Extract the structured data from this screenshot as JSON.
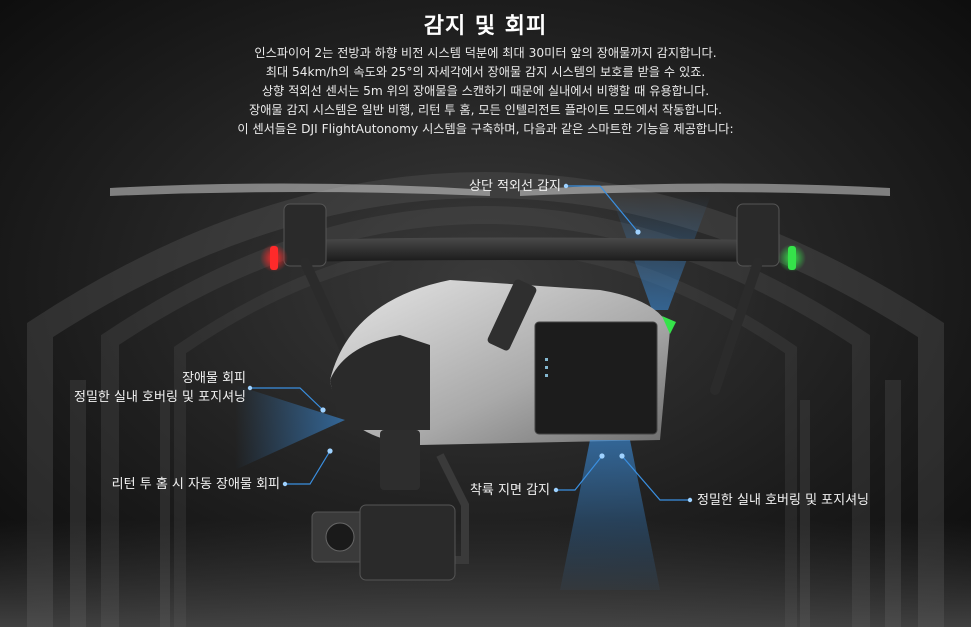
{
  "header": {
    "title": "감지 및 회피",
    "description_lines": [
      "인스파이어 2는 전방과 하향 비전 시스템 덕분에 최대 30미터 앞의 장애물까지 감지합니다.",
      "최대 54km/h의 속도와 25°의 자세각에서 장애물 감지 시스템의 보호를 받을 수 있죠.",
      "상향 적외선 센서는 5m 위의 장애물을 스캔하기 때문에 실내에서 비행할 때 유용합니다.",
      "장애물 감지 시스템은 일반 비행, 리턴 투 홈, 모든 인텔리전트 플라이트 모드에서 작동합니다.",
      "이 센서들은 DJI FlightAutonomy 시스템을 구축하며, 다음과 같은 스마트한 기능을 제공합니다:"
    ]
  },
  "callouts": {
    "top_infrared": "상단 적외선 감지",
    "obstacle_avoid_line1": "장애물 회피",
    "obstacle_avoid_line2": "정밀한 실내 호버링 및 포지셔닝",
    "rth_avoid": "리턴 투 홈 시 자동 장애물 회피",
    "landing_detect": "착륙 지면 감지",
    "indoor_hover": "정밀한 실내 호버링 및 포지셔닝"
  },
  "colors": {
    "background": "#141414",
    "accent_blue": "#3a8fe0",
    "led_red": "#ff2a2a",
    "led_green": "#35e34a"
  }
}
